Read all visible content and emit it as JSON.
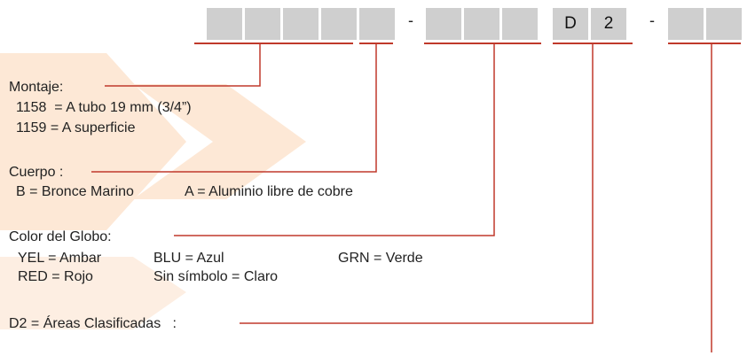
{
  "code_boxes": {
    "group1": [
      "",
      "",
      "",
      "",
      ""
    ],
    "group2": [
      "",
      "",
      "",
      "D",
      "2"
    ],
    "group3": [
      "",
      ""
    ],
    "separator": "-"
  },
  "montaje": {
    "title": "Montaje:",
    "opt1": "1158  = A tubo 19 mm (3/4”)",
    "opt2": "1159 = A superficie"
  },
  "cuerpo": {
    "title": "Cuerpo :",
    "opt1": "B = Bronce Marino",
    "opt2": "A = Aluminio libre de cobre"
  },
  "color": {
    "title": "Color del Globo:",
    "yel": "YEL = Ambar",
    "blu": "BLU = Azul",
    "grn": "GRN = Verde",
    "red": "RED = Rojo",
    "sin": "Sin símbolo = Claro"
  },
  "d2": {
    "label": "D2 = Áreas Clasificadas   :"
  },
  "colors": {
    "accent_red": "#c0392b",
    "box_gray": "#cfcfcf",
    "watermark_orange": "#fbe3cf"
  }
}
